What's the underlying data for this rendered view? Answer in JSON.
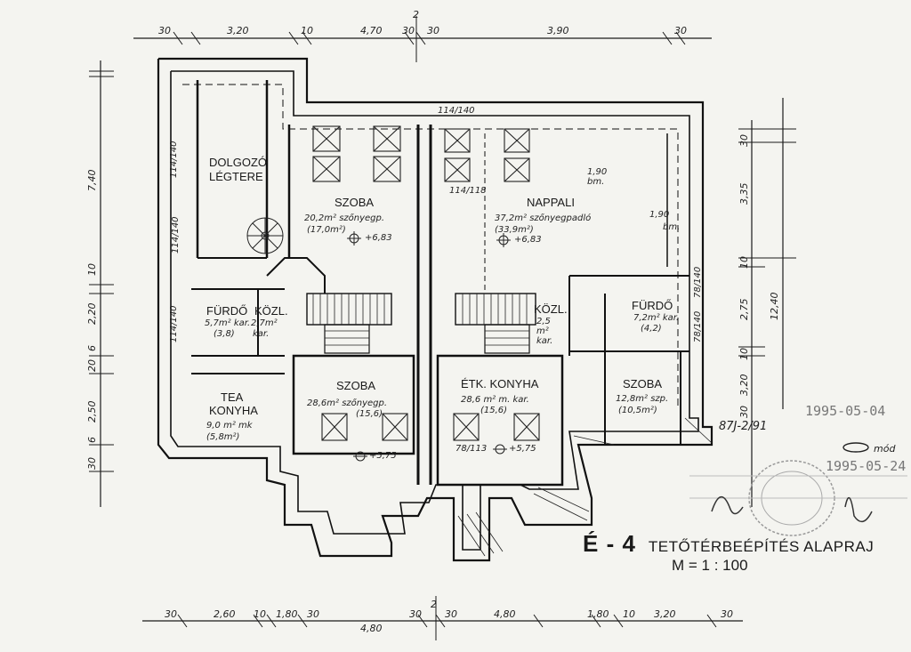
{
  "sheet": {
    "id": "É - 4",
    "title": "TETŐTÉRBEÉPÍTÉS ALAPRAJ",
    "scale": "M = 1 : 100"
  },
  "stamp": {
    "date_1": "1995-05-04",
    "date_2": "1995-05-24",
    "ref": "87J-2/91",
    "mod": "mód"
  },
  "rooms": {
    "dolgozo_1": "DOLGOZÓ",
    "dolgozo_2": "LÉGTERE",
    "szoba_nw": "SZOBA",
    "szoba_nw_area": "20,2m² szőnyegp.",
    "szoba_nw_area2": "(17,0m²)",
    "szoba_nw_level": "+6,83",
    "nappali": "NAPPALI",
    "nappali_area": "37,2m² szőnyegpadló",
    "nappali_area2": "(33,9m²)",
    "nappali_level": "+6,83",
    "nappali_bm1": "1,90",
    "nappali_bm1b": "bm.",
    "nappali_bm2": "1,90",
    "nappali_bm2b": "bm.",
    "furdo_w": "FÜRDŐ",
    "furdo_w_area": "5,7m² kar.",
    "furdo_w_area2": "(3,8)",
    "kozl_w": "KÖZL.",
    "kozl_w_area": "2,7m²",
    "kozl_w_area2": "kar.",
    "tea_konyha_1": "TEA",
    "tea_konyha_2": "KONYHA",
    "tea_area": "9,0 m² mk",
    "tea_area2": "(5,8m²)",
    "szoba_sc": "SZOBA",
    "szoba_sc_area": "28,6m² szőnyegp.",
    "szoba_sc_area2": "(15,6)",
    "szoba_sc_level": "+5,75",
    "etk_konyha": "ÉTK. KONYHA",
    "etk_area": "28,6 m² m. kar.",
    "etk_area2": "(15,6)",
    "etk_level": "+5,75",
    "kozl_e": "KÖZL.",
    "kozl_e_area": "2,5",
    "kozl_e_area2": "m²",
    "kozl_e_area3": "kar.",
    "furdo_e": "FÜRDŐ",
    "furdo_e_area": "7,2m² kar.",
    "furdo_e_area2": "(4,2)",
    "szoba_se": "SZOBA",
    "szoba_se_area": "12,8m² szp.",
    "szoba_se_area2": "(10,5m²)",
    "beam_1": "114/140",
    "beam_2": "114/140",
    "beam_3": "114/140",
    "beam_4": "114/140",
    "beam_5": "78/140",
    "beam_6": "78/140",
    "beam_7": "78/113",
    "beam_8": "114/118"
  },
  "dims_top": [
    "30",
    "3,20",
    "10",
    "4,70",
    "30",
    "30",
    "3,90",
    "30"
  ],
  "dims_bottom": [
    "30",
    "2,60",
    "10",
    "1,80",
    "30",
    "4,80",
    "30",
    "30",
    "4,80",
    "1,80",
    "10",
    "3,20",
    "30"
  ],
  "dims_left": [
    "7,40",
    "10",
    "2,20",
    "6",
    "20",
    "2,50",
    "6",
    "30"
  ],
  "dims_right": [
    "30",
    "3,35",
    "12,40",
    "10",
    "2,75",
    "10",
    "3,20",
    "30"
  ],
  "axis_marks": [
    "2",
    "2"
  ]
}
